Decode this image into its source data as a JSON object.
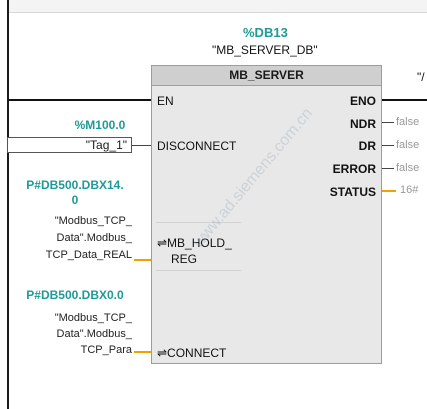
{
  "instance": {
    "address": "%DB13",
    "name": "\"MB_SERVER_DB\"",
    "right_quote": "\"/"
  },
  "block": {
    "title": "MB_SERVER",
    "inputs": {
      "en": "EN",
      "disconnect": "DISCONNECT",
      "mb_hold_reg_line1": "⇌MB_HOLD_",
      "mb_hold_reg_line2": "REG",
      "connect": "⇌CONNECT"
    },
    "outputs": {
      "eno": "ENO",
      "ndr": "NDR",
      "dr": "DR",
      "error": "ERROR",
      "status": "STATUS"
    }
  },
  "params": {
    "disconnect_address": "%M100.0",
    "disconnect_tag": "\"Tag_1\"",
    "hold_reg_address_line1": "P#DB500.DBX14.",
    "hold_reg_address_line2": "0",
    "hold_reg_tag_lines": [
      "\"Modbus_TCP_",
      "Data\".Modbus_",
      "TCP_Data_REAL"
    ],
    "connect_address": "P#DB500.DBX0.0",
    "connect_tag_lines": [
      "\"Modbus_TCP_",
      "Data\".Modbus_",
      "TCP_Para"
    ]
  },
  "output_values": {
    "ndr": "false",
    "dr": "false",
    "error": "false",
    "status": "16#"
  },
  "watermark": "www.ad.siemens.com.cn",
  "colors": {
    "address_teal": "#1f9a96",
    "wire_orange": "#f0a000",
    "block_fill": "#e8e8e8",
    "block_header": "#cfcfcf"
  }
}
